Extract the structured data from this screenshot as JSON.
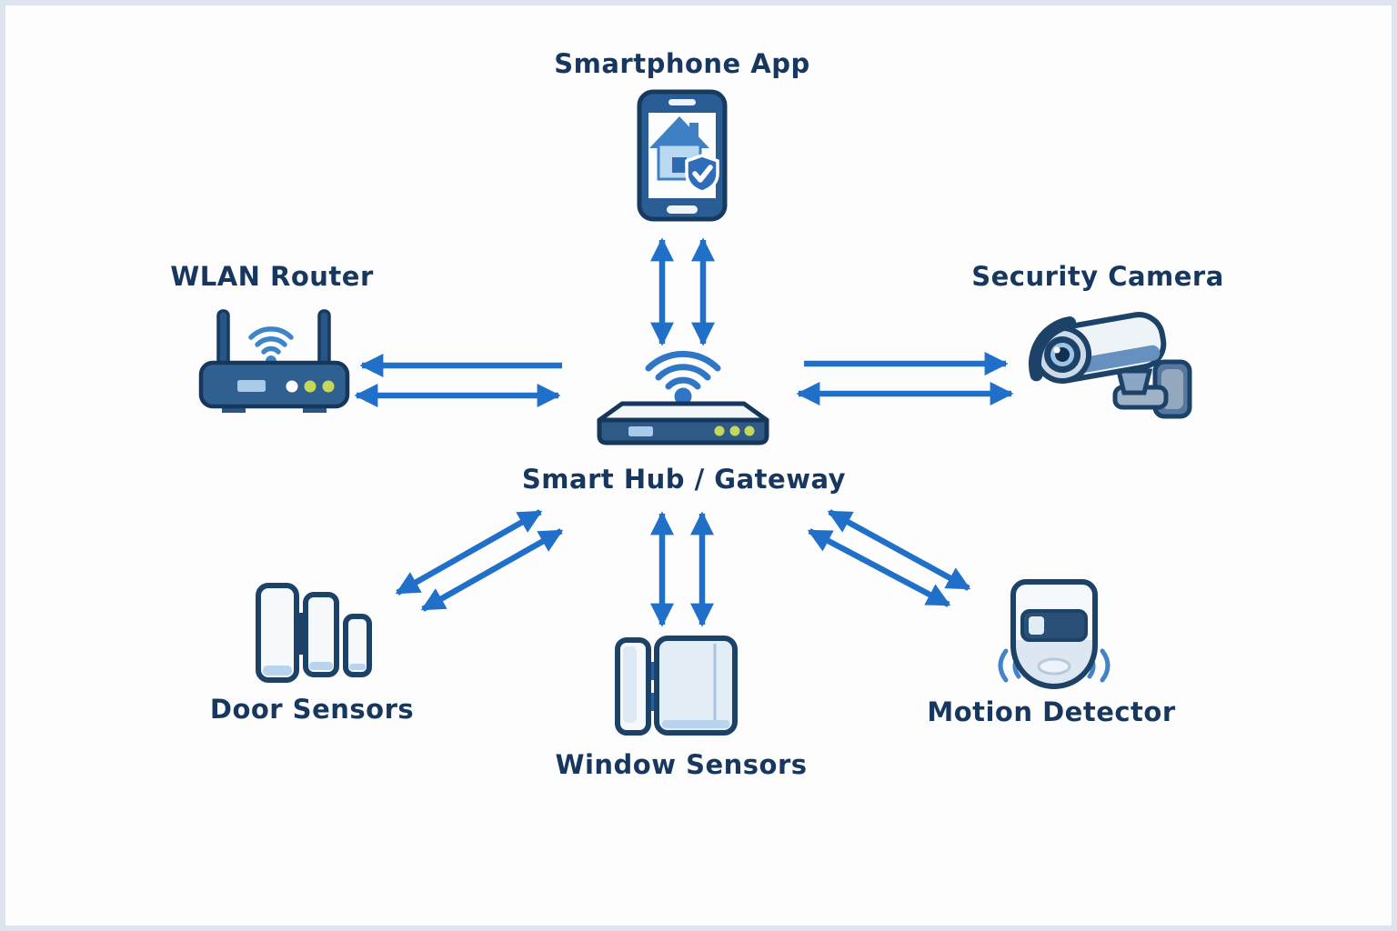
{
  "diagram": {
    "type": "smart-home-security-architecture",
    "nodes": {
      "smartphone": {
        "label": "Smartphone App"
      },
      "router": {
        "label": "WLAN Router"
      },
      "camera": {
        "label": "Security Camera"
      },
      "hub": {
        "label": "Smart Hub / Gateway"
      },
      "door": {
        "label": "Door Sensors"
      },
      "window": {
        "label": "Window Sensors"
      },
      "motion": {
        "label": "Motion Detector"
      }
    },
    "connections": [
      {
        "from": "smart-hub-gateway",
        "to": "smartphone-app",
        "direction": "bidirectional",
        "lines": 2
      },
      {
        "from": "smart-hub-gateway",
        "to": "wlan-router",
        "direction": "bidirectional",
        "lines": 2
      },
      {
        "from": "smart-hub-gateway",
        "to": "security-camera",
        "direction": "bidirectional",
        "lines": 2
      },
      {
        "from": "smart-hub-gateway",
        "to": "door-sensors",
        "direction": "bidirectional",
        "lines": 2
      },
      {
        "from": "smart-hub-gateway",
        "to": "window-sensors",
        "direction": "bidirectional",
        "lines": 2
      },
      {
        "from": "smart-hub-gateway",
        "to": "motion-detector",
        "direction": "bidirectional",
        "lines": 2
      }
    ],
    "colors": {
      "background": "#fdfdfe",
      "frame": "#dde4ee",
      "label_text": "#17375e",
      "arrow_blue": "#2070c9",
      "icon_outline": "#1d4268",
      "icon_mid_blue": "#2f608f",
      "icon_light_blue": "#b9d9f2",
      "wifi_blue": "#3d85c8",
      "led_green": "#c6d85a"
    }
  }
}
